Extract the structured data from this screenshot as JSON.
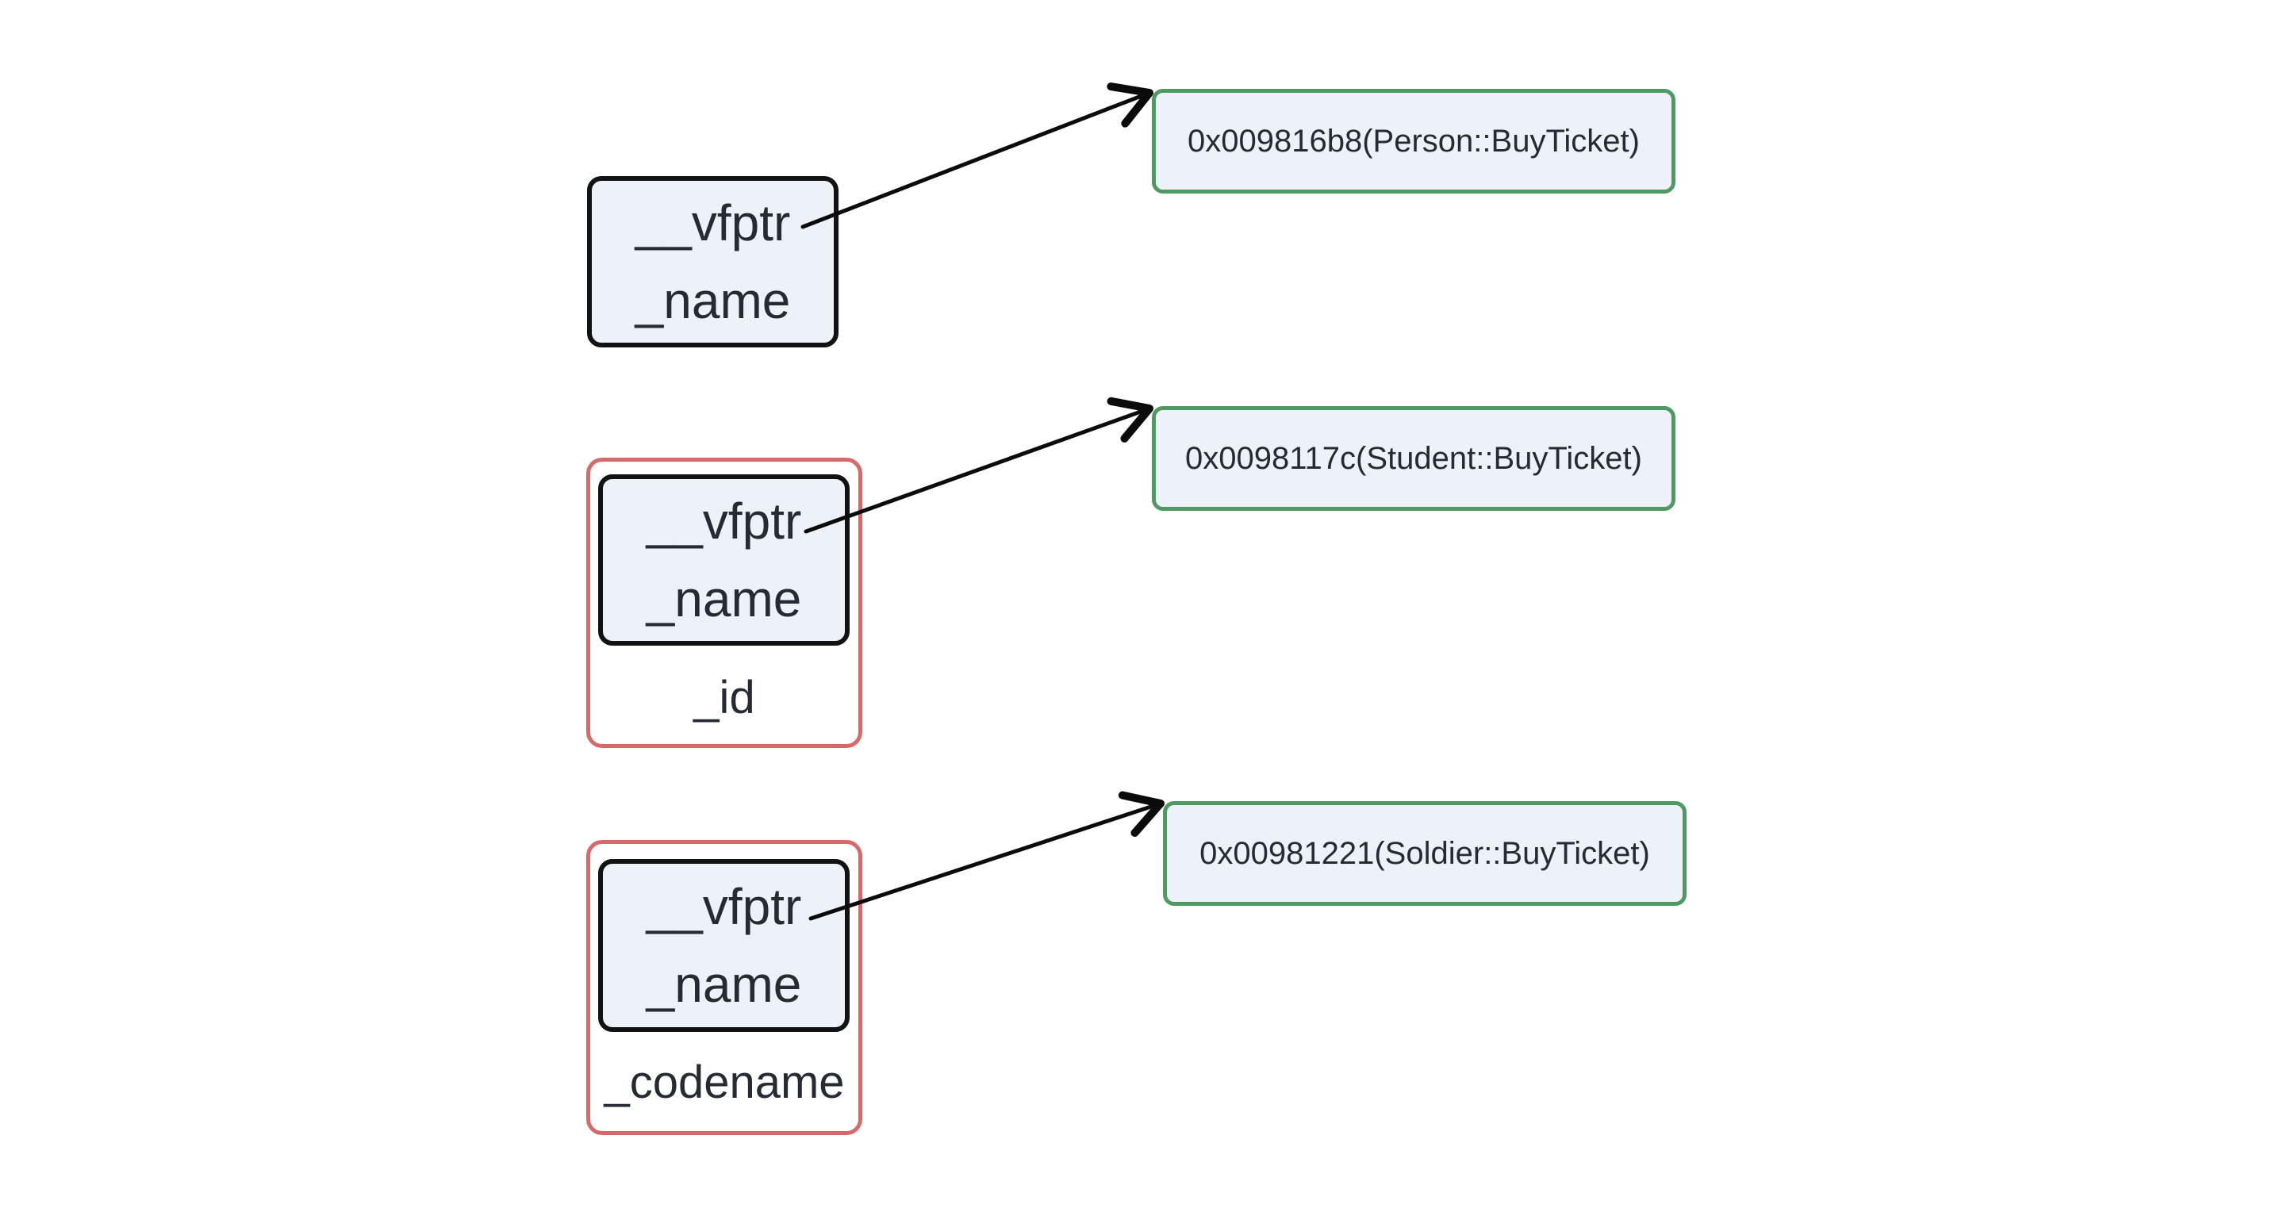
{
  "colors": {
    "fill": "#edf1fa",
    "stroke_black": "#121212",
    "stroke_green": "#4f9a62",
    "stroke_red": "#d66a6a",
    "text": "#262a33",
    "arrow": "#0b0b0b",
    "background": "#ffffff"
  },
  "objects": [
    {
      "members": [
        "__vfptr",
        "_name"
      ],
      "extra_member": null,
      "vtable_entry": "0x009816b8(Person::BuyTicket)"
    },
    {
      "members": [
        "__vfptr",
        "_name"
      ],
      "extra_member": "_id",
      "vtable_entry": "0x0098117c(Student::BuyTicket)"
    },
    {
      "members": [
        "__vfptr",
        "_name"
      ],
      "extra_member": "_codename",
      "vtable_entry": "0x00981221(Soldier::BuyTicket)"
    }
  ]
}
